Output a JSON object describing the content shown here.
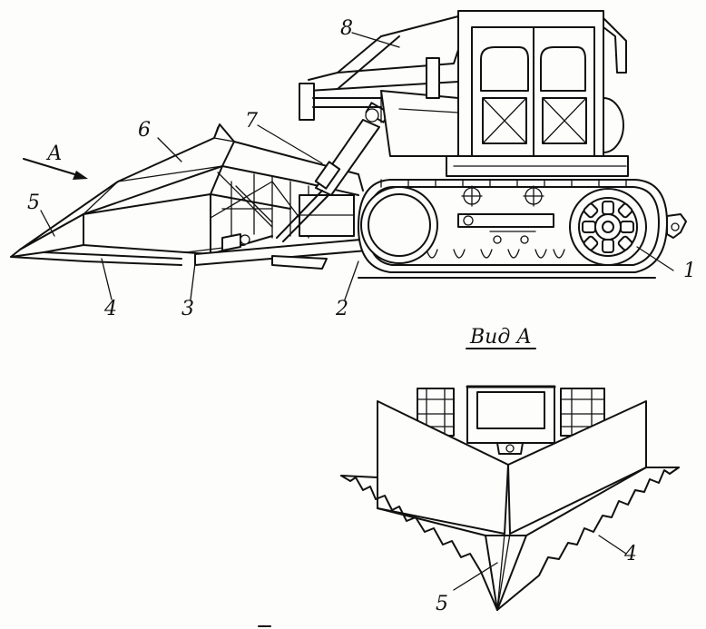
{
  "figure": {
    "view_title": "Вид А",
    "arrow_label": "А",
    "side_view_callouts": [
      "1",
      "2",
      "3",
      "4",
      "5",
      "6",
      "7",
      "8"
    ],
    "front_view_callouts": [
      "4",
      "5"
    ]
  }
}
